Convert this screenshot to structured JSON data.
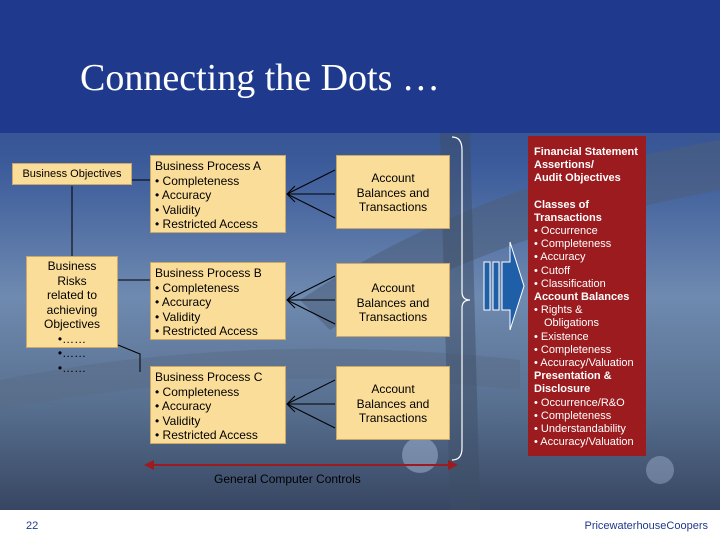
{
  "slide": {
    "title": "Connecting the Dots …",
    "page_number": "22",
    "brand": "PricewaterhouseCoopers"
  },
  "business_objectives": {
    "label": "Business Objectives"
  },
  "business_risks": {
    "lines": [
      "Business",
      "Risks",
      "related to",
      "achieving",
      "Objectives",
      "•……",
      "•……",
      "•……"
    ]
  },
  "processes": [
    {
      "title": "Business Process A",
      "items": [
        "• Completeness",
        "• Accuracy",
        "• Validity",
        "• Restricted Access"
      ]
    },
    {
      "title": "Business Process B",
      "items": [
        "• Completeness",
        "• Accuracy",
        "• Validity",
        "• Restricted Access"
      ]
    },
    {
      "title": "Business Process C",
      "items": [
        "• Completeness",
        "• Accuracy",
        "• Validity",
        "• Restricted Access"
      ]
    }
  ],
  "accounts": [
    {
      "lines": [
        "Account",
        "Balances and",
        "Transactions"
      ]
    },
    {
      "lines": [
        "Account",
        "Balances and",
        "Transactions"
      ]
    },
    {
      "lines": [
        "Account",
        "Balances and",
        "Transactions"
      ]
    }
  ],
  "general_controls": "General Computer Controls",
  "assertions": {
    "lines": [
      "Financial Statement",
      "Assertions/",
      "Audit Objectives",
      "",
      "Classes of",
      "Transactions",
      "• Occurrence",
      "• Completeness",
      "• Accuracy",
      "• Cutoff",
      "• Classification",
      "Account Balances",
      "• Rights &",
      "Obligations",
      "• Existence",
      "• Completeness",
      "• Accuracy/Valuation",
      "Presentation &",
      "Disclosure",
      "• Occurrence/R&O",
      "• Completeness",
      "• Understandability",
      "• Accuracy/Valuation"
    ]
  },
  "colors": {
    "header": "#1f3a8c",
    "box_fill": "#fbdd9a",
    "assertions_fill": "#9b1b1f",
    "arrow_fill": "#1f5fa8"
  }
}
